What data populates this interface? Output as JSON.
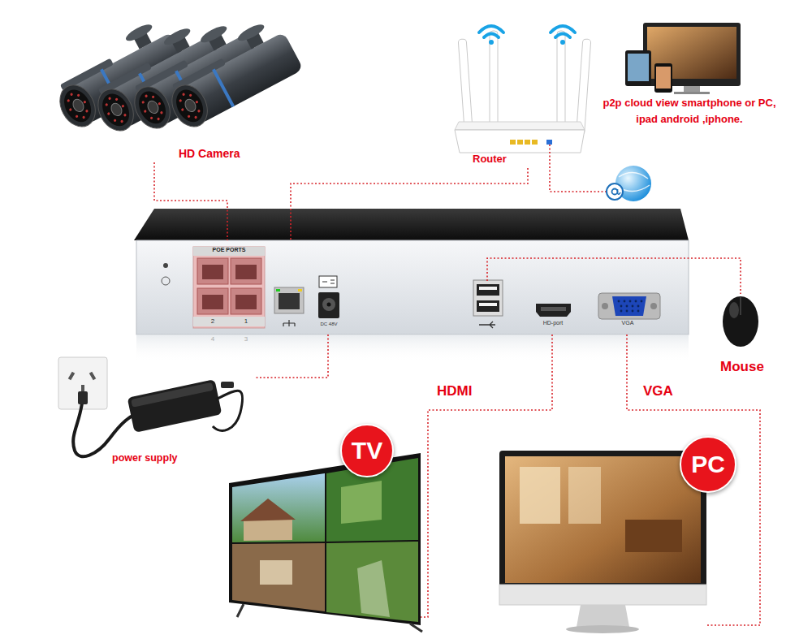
{
  "diagram": {
    "nodes": [
      {
        "text": [
          "POE PORTS",
          "2",
          "1",
          "4",
          "3",
          "DC 48V",
          "HD-port",
          "VGA"
        ]
      },
      {
        "text": [
          "HD Camera"
        ]
      },
      {
        "text": [
          "Router"
        ]
      },
      {
        "text": [
          "p2p cloud view smartphone or PC, ipad android ,iphone."
        ]
      },
      {
        "text": [
          "power supply"
        ]
      },
      {
        "text": [
          "Mouse"
        ]
      },
      {
        "text": [
          "TV"
        ]
      },
      {
        "text": [
          "PC"
        ]
      }
    ],
    "edges": [
      {
        "from": 1,
        "to": 0,
        "arrow": "none"
      },
      {
        "from": 2,
        "to": 0,
        "arrow": "none"
      },
      {
        "from": 0,
        "to": 4,
        "arrow": "none"
      },
      {
        "from": 0,
        "to": 5,
        "arrow": "none"
      },
      {
        "from": 0,
        "to": 6,
        "label": "HDMI",
        "arrow": "none"
      },
      {
        "from": 0,
        "to": 7,
        "label": "VGA",
        "arrow": "none"
      }
    ]
  }
}
